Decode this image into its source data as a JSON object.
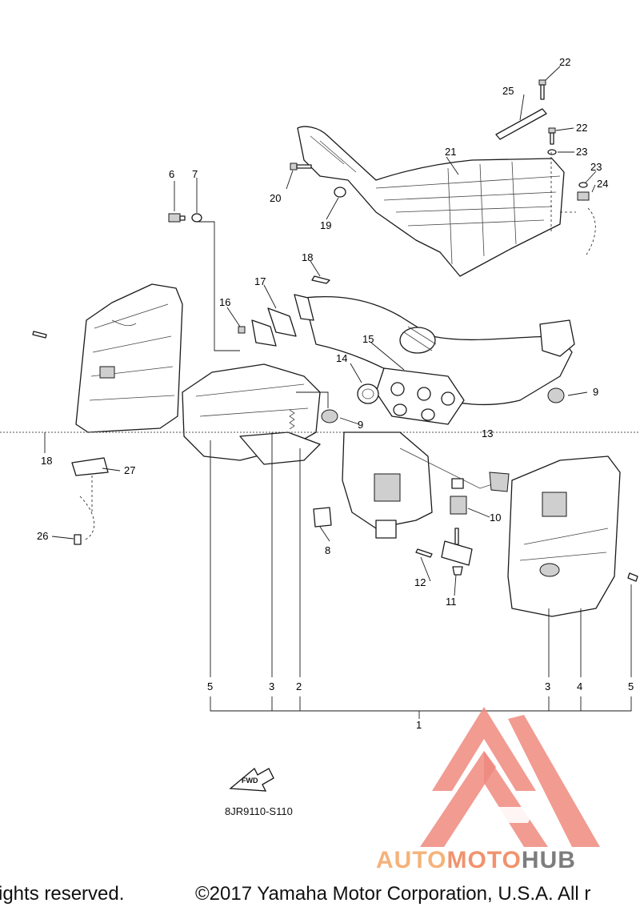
{
  "diagram": {
    "code": "8JR9110-S110",
    "fwd_label": "FWD",
    "callouts": {
      "n22a": "22",
      "n25": "25",
      "n22b": "22",
      "n23a": "23",
      "n21": "21",
      "n23b": "23",
      "n24": "24",
      "n20": "20",
      "n19": "19",
      "n6": "6",
      "n7": "7",
      "n18a": "18",
      "n17": "17",
      "n16": "16",
      "n15": "15",
      "n14": "14",
      "n9a": "9",
      "n9b": "9",
      "n13": "13",
      "n18b": "18",
      "n27": "27",
      "n26": "26",
      "n10": "10",
      "n8": "8",
      "n12": "12",
      "n11": "11",
      "n5a": "5",
      "n3a": "3",
      "n2": "2",
      "n3b": "3",
      "n4": "4",
      "n5b": "5",
      "n1": "1"
    }
  },
  "watermark": {
    "part1": "AUTO",
    "part2": "MOTO",
    "part3": "HUB"
  },
  "footer": {
    "left": "ights reserved.",
    "right": "©2017 Yamaha Motor Corporation, U.S.A. All r"
  }
}
